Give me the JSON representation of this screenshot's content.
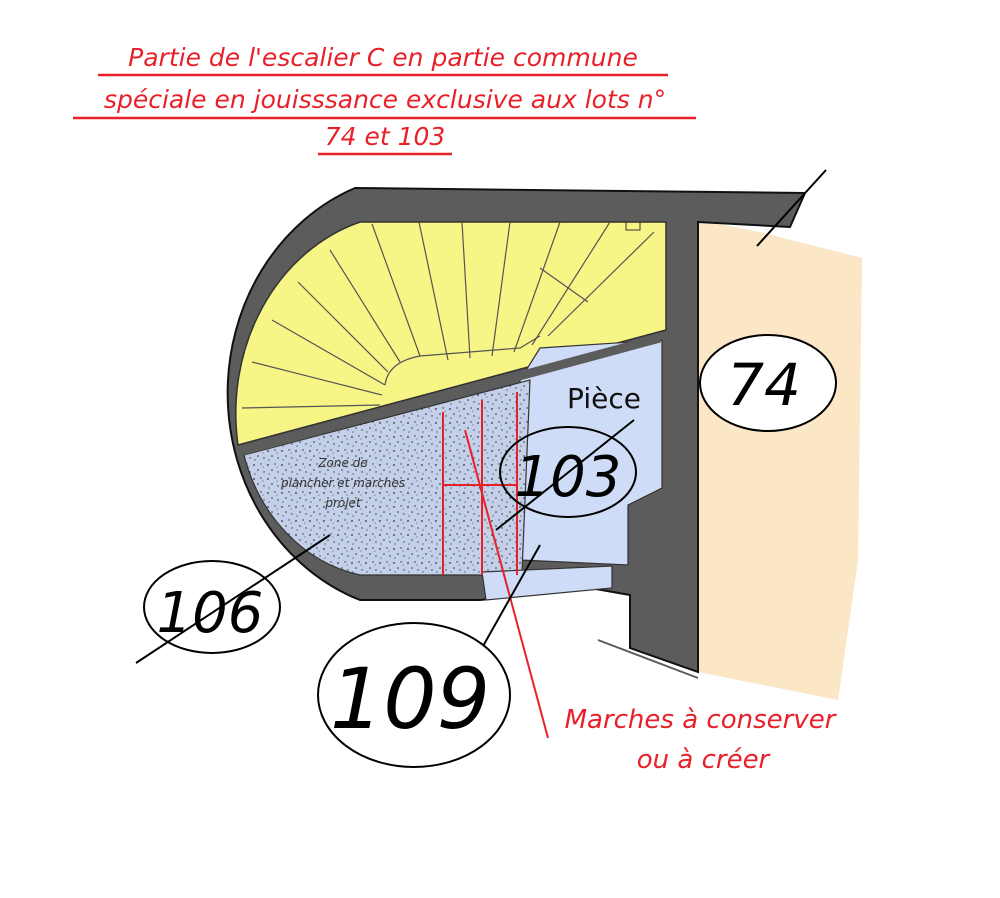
{
  "title": {
    "line1": "Partie de l'escalier C en partie commune",
    "line2": "spéciale en jouisssance exclusive aux lots n°",
    "line3": "74 et 103"
  },
  "labels": {
    "room": "Pièce",
    "zone_line1": "Zone de",
    "zone_line2": "plancher et marches",
    "zone_line3": "projet",
    "note_line1": "Marches à conserver",
    "note_line2": "ou à créer"
  },
  "lots": {
    "lot_74": "74",
    "lot_103": "103",
    "lot_106": "106",
    "lot_109": "109"
  },
  "colors": {
    "red": "#e8202a",
    "wall": "#5c5c5c",
    "stair_yellow": "#f6f585",
    "room_blue": "#cfdcf8",
    "lot74_beige": "#fbe6c6",
    "zone_speckle": "#c4cfe8"
  }
}
